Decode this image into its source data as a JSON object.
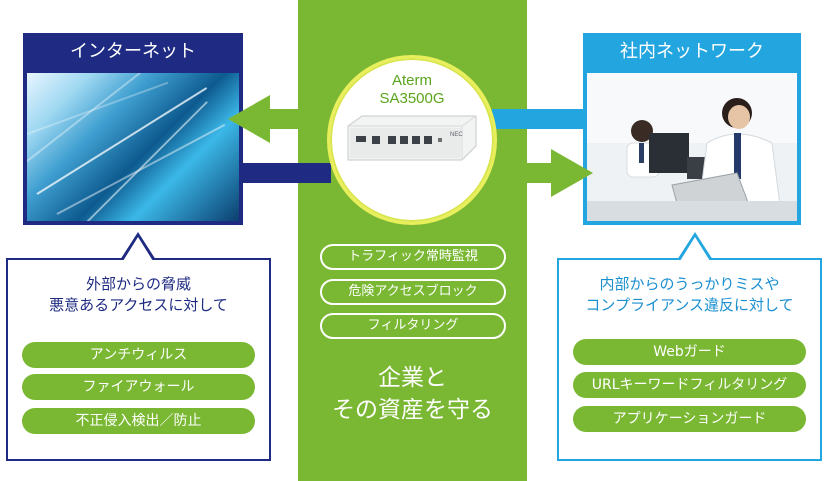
{
  "internet_panel": {
    "title": "インターネット"
  },
  "lan_panel": {
    "title": "社内ネットワーク"
  },
  "device": {
    "name_line1": "Aterm",
    "name_line2": "SA3500G",
    "brand": "NEC"
  },
  "center": {
    "features": [
      "トラフィック常時監視",
      "危険アクセスブロック",
      "フィルタリング"
    ],
    "slogan_line1": "企業と",
    "slogan_line2": "その資産を守る"
  },
  "external_threats": {
    "heading_line1": "外部からの脅威",
    "heading_line2": "悪意あるアクセスに対して",
    "items": [
      "アンチウィルス",
      "ファイアウォール",
      "不正侵入検出／防止"
    ]
  },
  "internal_threats": {
    "heading_line1": "内部からのうっかりミスや",
    "heading_line2": "コンプライアンス違反に対して",
    "items": [
      "Webガード",
      "URLキーワードフィルタリング",
      "アプリケーションガード"
    ]
  },
  "colors": {
    "green": "#7ab833",
    "navy": "#1f2b82",
    "cyan": "#23a6e0"
  }
}
